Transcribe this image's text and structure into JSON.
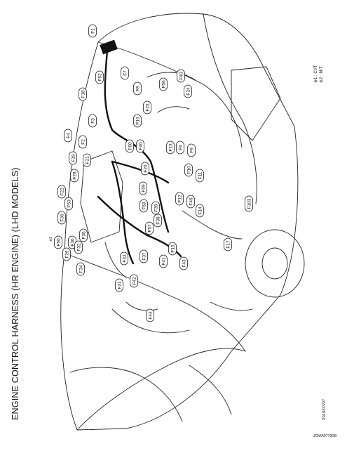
{
  "title": "ENGINE CONTROL HARNESS (HR ENGINE) (LHD MODELS)",
  "notes": {
    "n1": "※1 : CVT",
    "n2": "※2 : M/T"
  },
  "date": "2010/07/07",
  "figure_code": "JCMIA0779GB",
  "superscript": "※2",
  "connectors": [
    "F1",
    "F7",
    "F52",
    "F18",
    "F8",
    "F56",
    "F40",
    "F24",
    "F3",
    "F23",
    "F16",
    "F4",
    "F2",
    "F13",
    "F6",
    "F9",
    "F60",
    "F40",
    "F19",
    "F21",
    "F20",
    "F10",
    "F11",
    "F28",
    "F59",
    "F22",
    "F58",
    "F39",
    "F46",
    "F12",
    "F50",
    "F36",
    "F38",
    "F14",
    "F57",
    "F50",
    "F30",
    "F35",
    "F32",
    "F29",
    "F33",
    "F37",
    "F41",
    "F15",
    "F43",
    "F17",
    "F103",
    "F34",
    "F31",
    "F42",
    "F44"
  ]
}
